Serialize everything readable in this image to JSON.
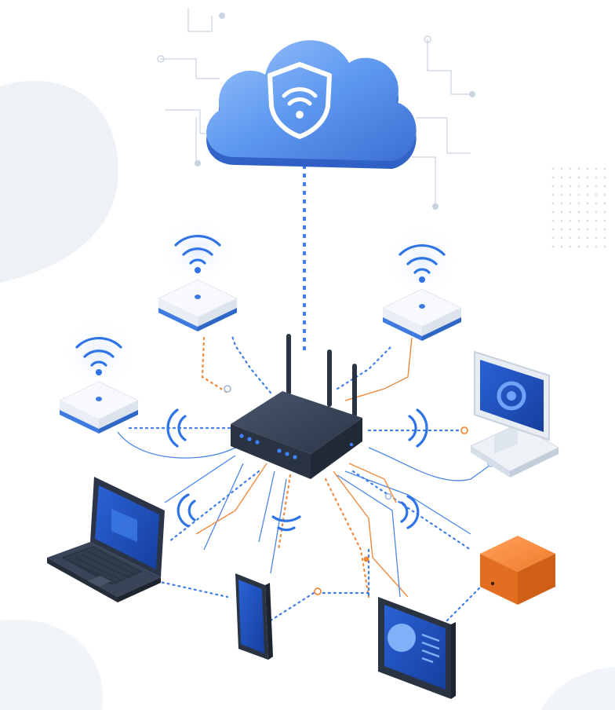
{
  "palette": {
    "cloud_light": "#8cb8f7",
    "cloud_mid": "#5a96f0",
    "cloud_dark": "#3e74d6",
    "router_body": "#2f3a4d",
    "router_top": "#3b4760",
    "led": "#3f84ff",
    "link_blue": "#3f7de8",
    "link_orange": "#f08a3c",
    "access_point_white": "#f7f9fc",
    "access_point_band": "#3d7be0",
    "screen_blue": "#1f4fb8",
    "smart_box_orange": "#f07a2c",
    "background_blob": "#eef2f7"
  },
  "diagram": {
    "nodes": [
      {
        "id": "cloud",
        "label": "",
        "icon": "shield-wifi-icon"
      },
      {
        "id": "router",
        "label": "",
        "icon": "router-icon"
      },
      {
        "id": "access-point-top-left",
        "label": "",
        "icon": "wifi-icon"
      },
      {
        "id": "access-point-top-right",
        "label": "",
        "icon": "wifi-icon"
      },
      {
        "id": "access-point-left",
        "label": "",
        "icon": "wifi-icon"
      },
      {
        "id": "desktop-monitor",
        "label": "",
        "icon": "monitor-icon"
      },
      {
        "id": "laptop",
        "label": "",
        "icon": "laptop-icon"
      },
      {
        "id": "smartphone",
        "label": "",
        "icon": "phone-icon"
      },
      {
        "id": "tablet",
        "label": "",
        "icon": "tablet-icon"
      },
      {
        "id": "smart-home-hub",
        "label": "",
        "icon": "smart-box-icon"
      }
    ],
    "edges": [
      {
        "from": "router",
        "to": "cloud",
        "style": "dotted-blue"
      },
      {
        "from": "router",
        "to": "access-point-top-left",
        "style": "dotted-blue"
      },
      {
        "from": "router",
        "to": "access-point-top-right",
        "style": "dotted-blue"
      },
      {
        "from": "router",
        "to": "access-point-left",
        "style": "dotted-blue"
      },
      {
        "from": "router",
        "to": "desktop-monitor",
        "style": "dotted-blue"
      },
      {
        "from": "router",
        "to": "laptop",
        "style": "dotted-blue"
      },
      {
        "from": "router",
        "to": "smartphone",
        "style": "dotted-orange"
      },
      {
        "from": "router",
        "to": "tablet",
        "style": "dotted-orange"
      },
      {
        "from": "router",
        "to": "smart-home-hub",
        "style": "dotted-blue"
      }
    ]
  }
}
